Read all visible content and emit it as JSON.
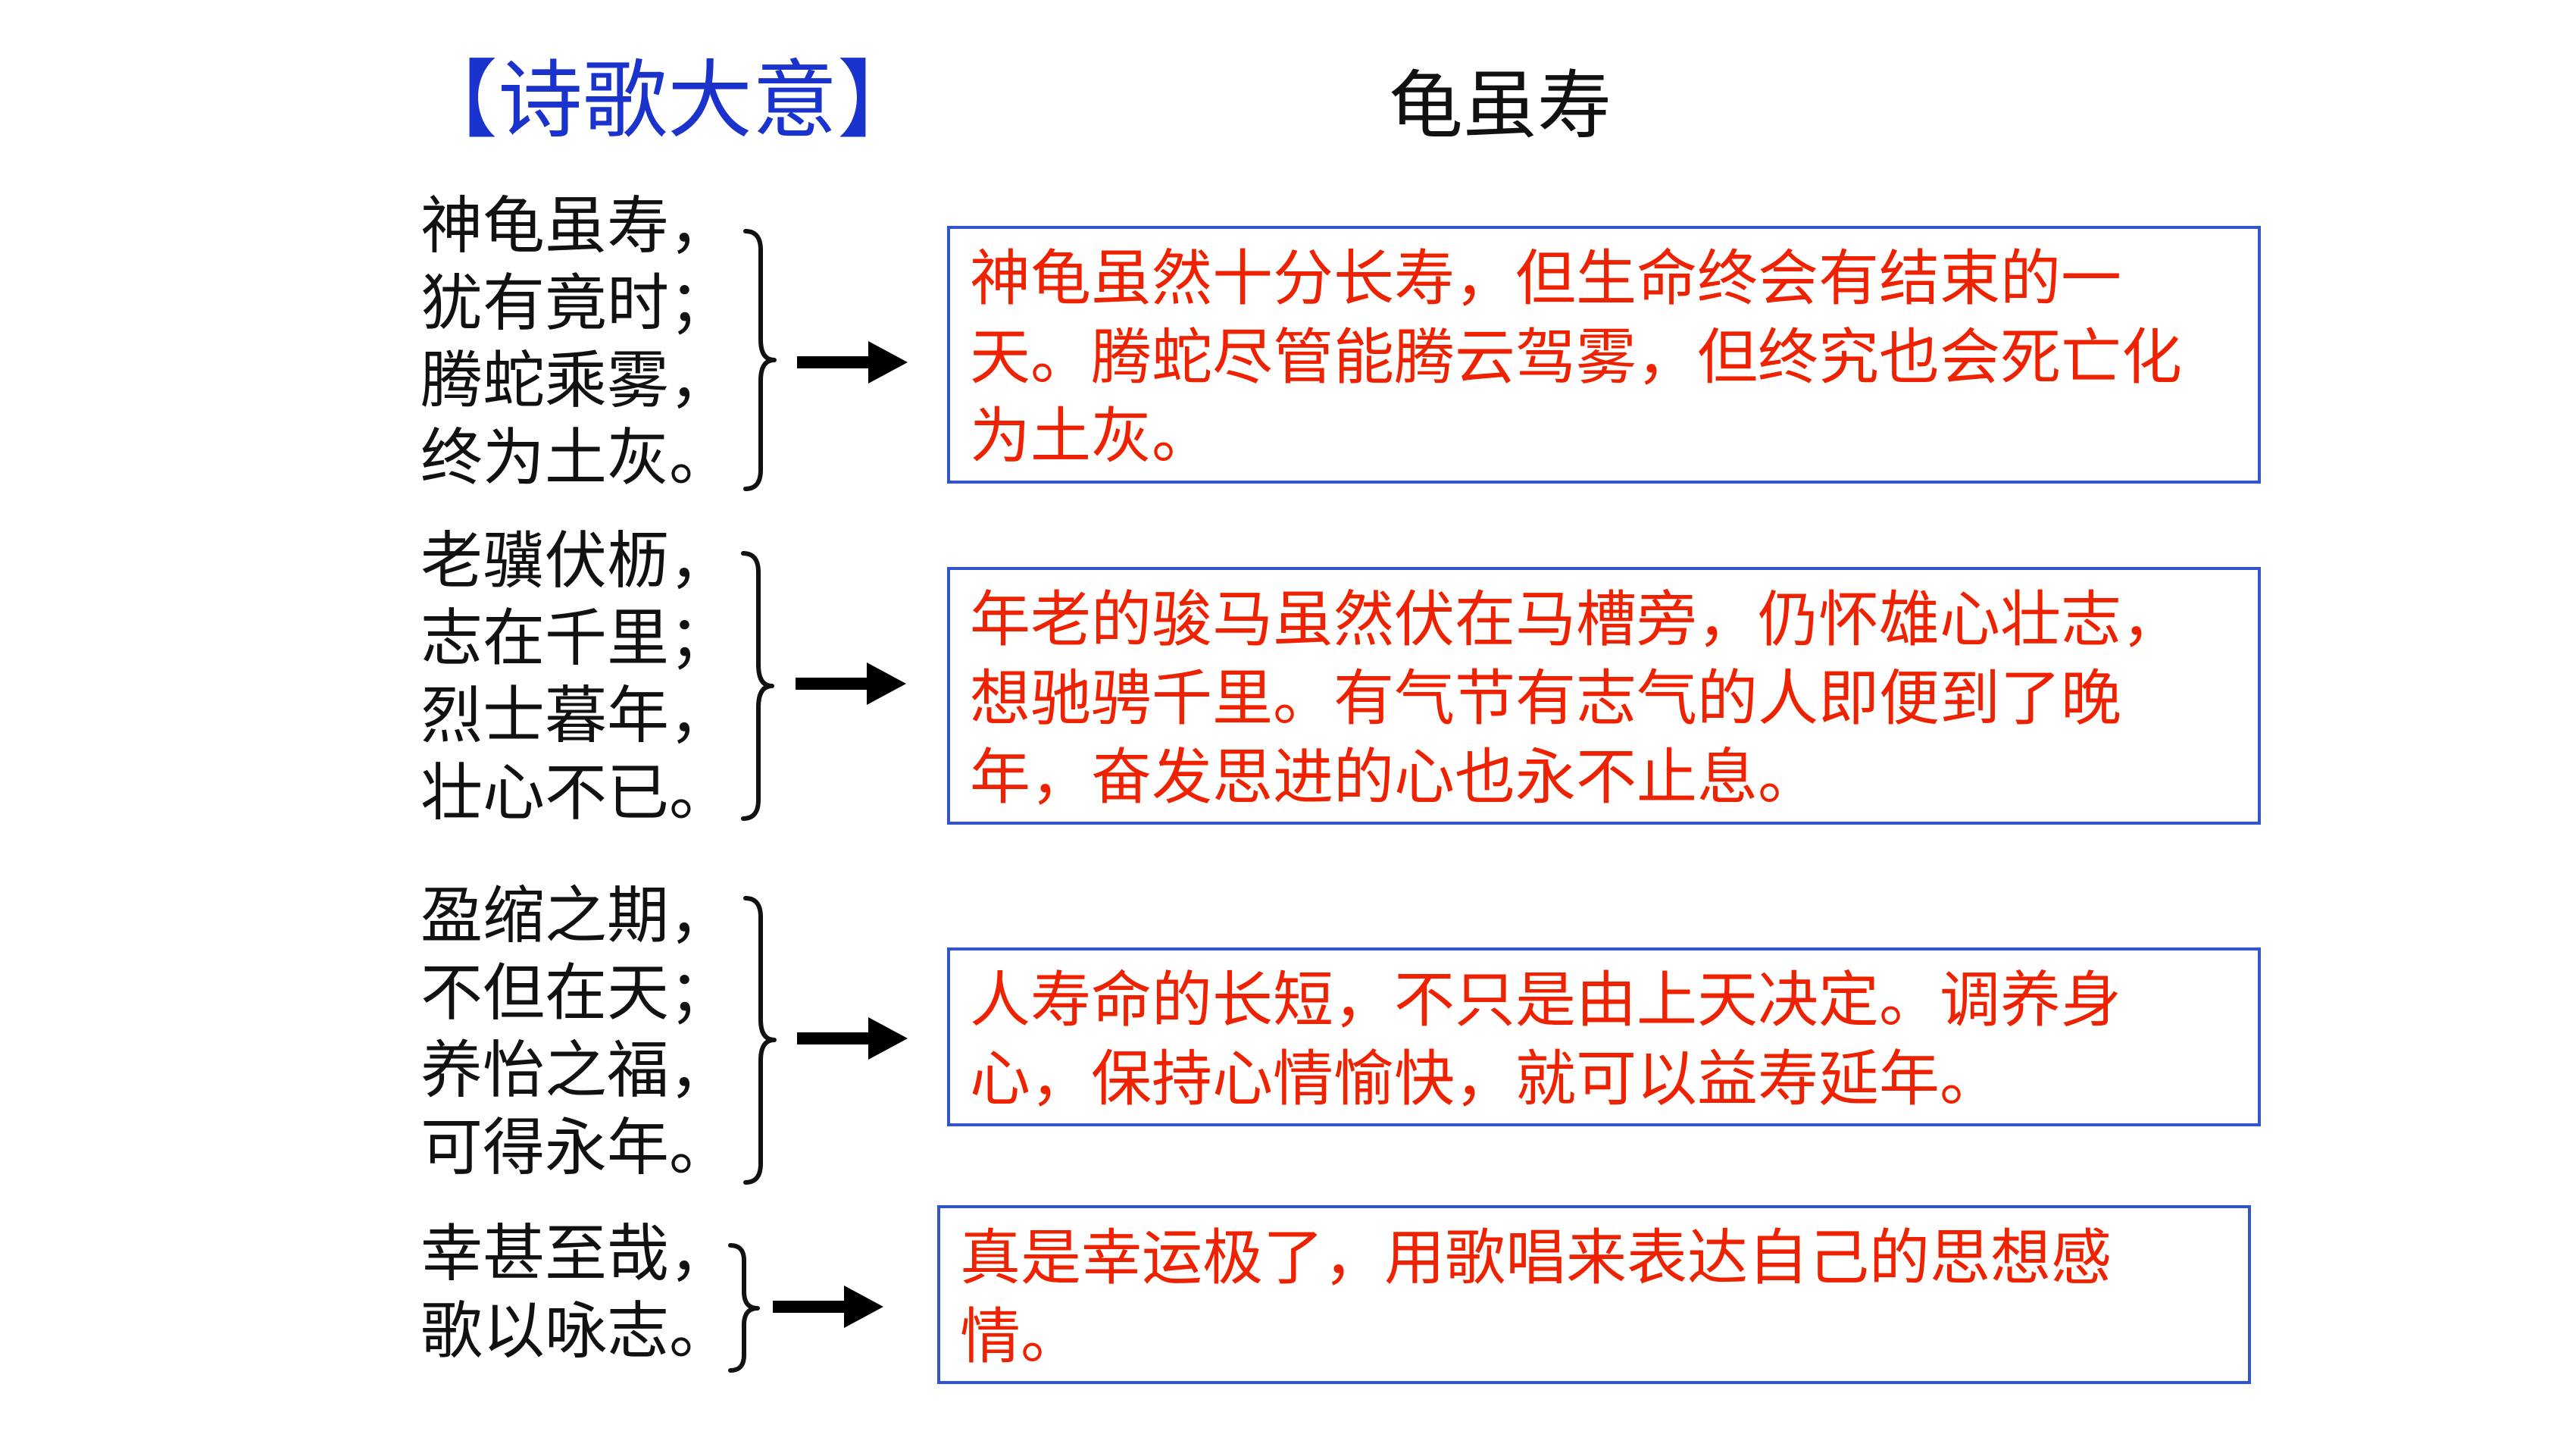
{
  "heading": "【诗歌大意】",
  "title": "龟虽寿",
  "colors": {
    "heading": "#1a33cc",
    "poem_text": "#111111",
    "meaning_text": "#ee2200",
    "box_border": "#3355cc"
  },
  "stanzas": [
    {
      "lines": [
        "神龟虽寿，",
        "犹有竟时；",
        "腾蛇乘雾，",
        "终为土灰。"
      ],
      "meaning": "神龟虽然十分长寿，但生命终会有结束的一天。腾蛇尽管能腾云驾雾，但终究也会死亡化为土灰。"
    },
    {
      "lines": [
        "老骥伏枥，",
        "志在千里；",
        "烈士暮年，",
        "壮心不已。"
      ],
      "meaning": "年老的骏马虽然伏在马槽旁，仍怀雄心壮志，想驰骋千里。有气节有志气的人即便到了晚年，奋发思进的心也永不止息。"
    },
    {
      "lines": [
        "盈缩之期，",
        "不但在天；",
        "养怡之福，",
        "可得永年。"
      ],
      "meaning": "人寿命的长短，不只是由上天决定。调养身心，保持心情愉快，就可以益寿延年。"
    },
    {
      "lines": [
        "幸甚至哉，",
        "歌以咏志。"
      ],
      "meaning": "真是幸运极了，用歌唱来表达自己的思想感情。"
    }
  ]
}
